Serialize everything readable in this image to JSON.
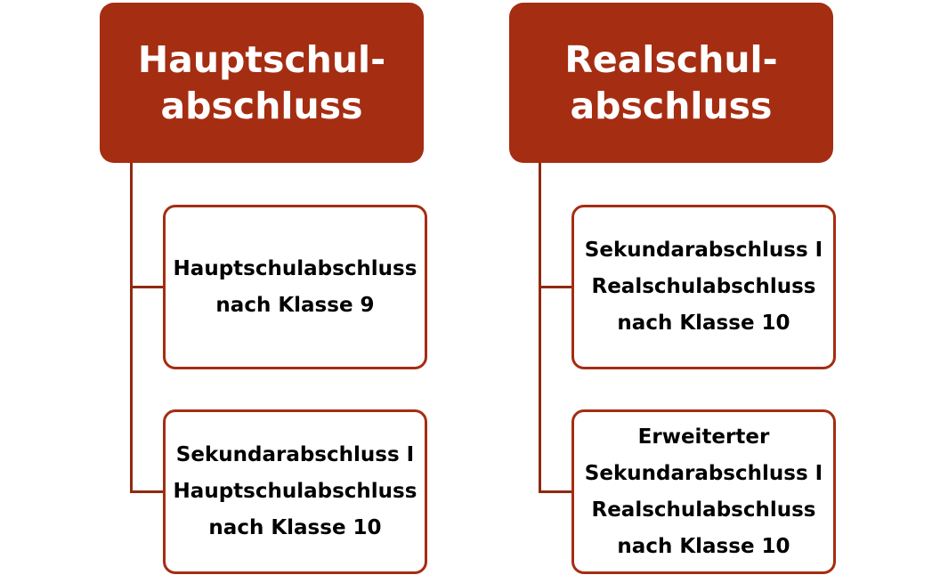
{
  "colors": {
    "header_fill": "#a52d12",
    "border": "#a52d12",
    "connector": "#8f2a12"
  },
  "columns": [
    {
      "header": {
        "line1": "Hauptschul-",
        "line2": "abschluss"
      },
      "children": [
        {
          "lines": [
            "Hauptschulabschluss",
            "nach Klasse 9"
          ]
        },
        {
          "lines": [
            "Sekundarabschluss I",
            "Hauptschulabschluss",
            "nach Klasse 10"
          ]
        }
      ]
    },
    {
      "header": {
        "line1": "Realschul-",
        "line2": "abschluss"
      },
      "children": [
        {
          "lines": [
            "Sekundarabschluss I",
            "Realschulabschluss",
            "nach Klasse 10"
          ]
        },
        {
          "lines": [
            "Erweiterter",
            "Sekundarabschluss I",
            "Realschulabschluss",
            "nach Klasse 10"
          ]
        }
      ]
    }
  ]
}
